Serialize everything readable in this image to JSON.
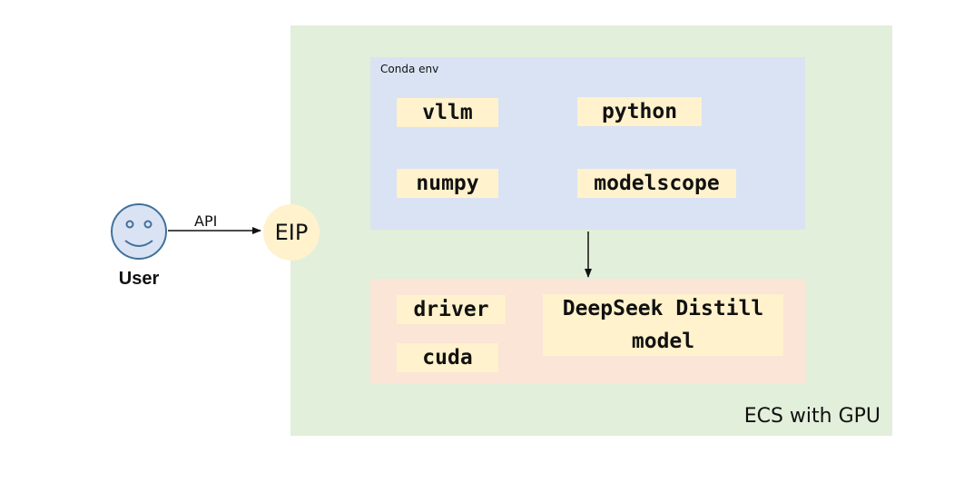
{
  "user": {
    "label": "User"
  },
  "connection": {
    "label": "API"
  },
  "eip": {
    "label": "EIP"
  },
  "ecs": {
    "label": "ECS with GPU",
    "color": "#e2efda"
  },
  "conda_env": {
    "label": "Conda env",
    "color": "#dae3f3",
    "packages": [
      "vllm",
      "python",
      "numpy",
      "modelscope"
    ]
  },
  "gpu_stack": {
    "color": "#fbe5d6",
    "items": [
      "driver",
      "cuda"
    ],
    "model": {
      "line1": "DeepSeek Distill",
      "line2": "model"
    }
  },
  "colors": {
    "chip": "#fff2cc",
    "user_outline": "#41719c",
    "user_fill": "#dae3f3"
  }
}
